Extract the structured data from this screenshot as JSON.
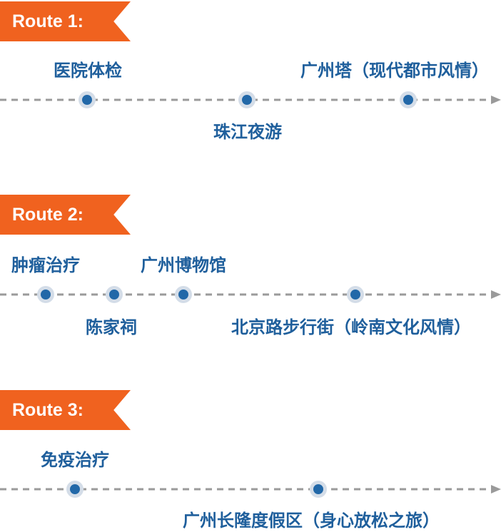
{
  "routes": [
    {
      "title": "Route 1:",
      "stops": [
        {
          "label": "医院体检",
          "position": "above"
        },
        {
          "label": "珠江夜游",
          "position": "below"
        },
        {
          "label": "广州塔（现代都市风情）",
          "position": "above"
        }
      ]
    },
    {
      "title": "Route 2:",
      "stops": [
        {
          "label": "肿瘤治疗",
          "position": "above"
        },
        {
          "label": "陈家祠",
          "position": "below"
        },
        {
          "label": "广州博物馆",
          "position": "above"
        },
        {
          "label": "北京路步行街（岭南文化风情）",
          "position": "below"
        }
      ]
    },
    {
      "title": "Route 3:",
      "stops": [
        {
          "label": "免疫治疗",
          "position": "above"
        },
        {
          "label": "广州长隆度假区（身心放松之旅）",
          "position": "below"
        }
      ]
    }
  ],
  "colors": {
    "tag": "#f0621f",
    "dot": "#2268a8",
    "dot_halo": "#d4dde8",
    "label": "#1f5f9c",
    "line": "#9a9a9a"
  }
}
